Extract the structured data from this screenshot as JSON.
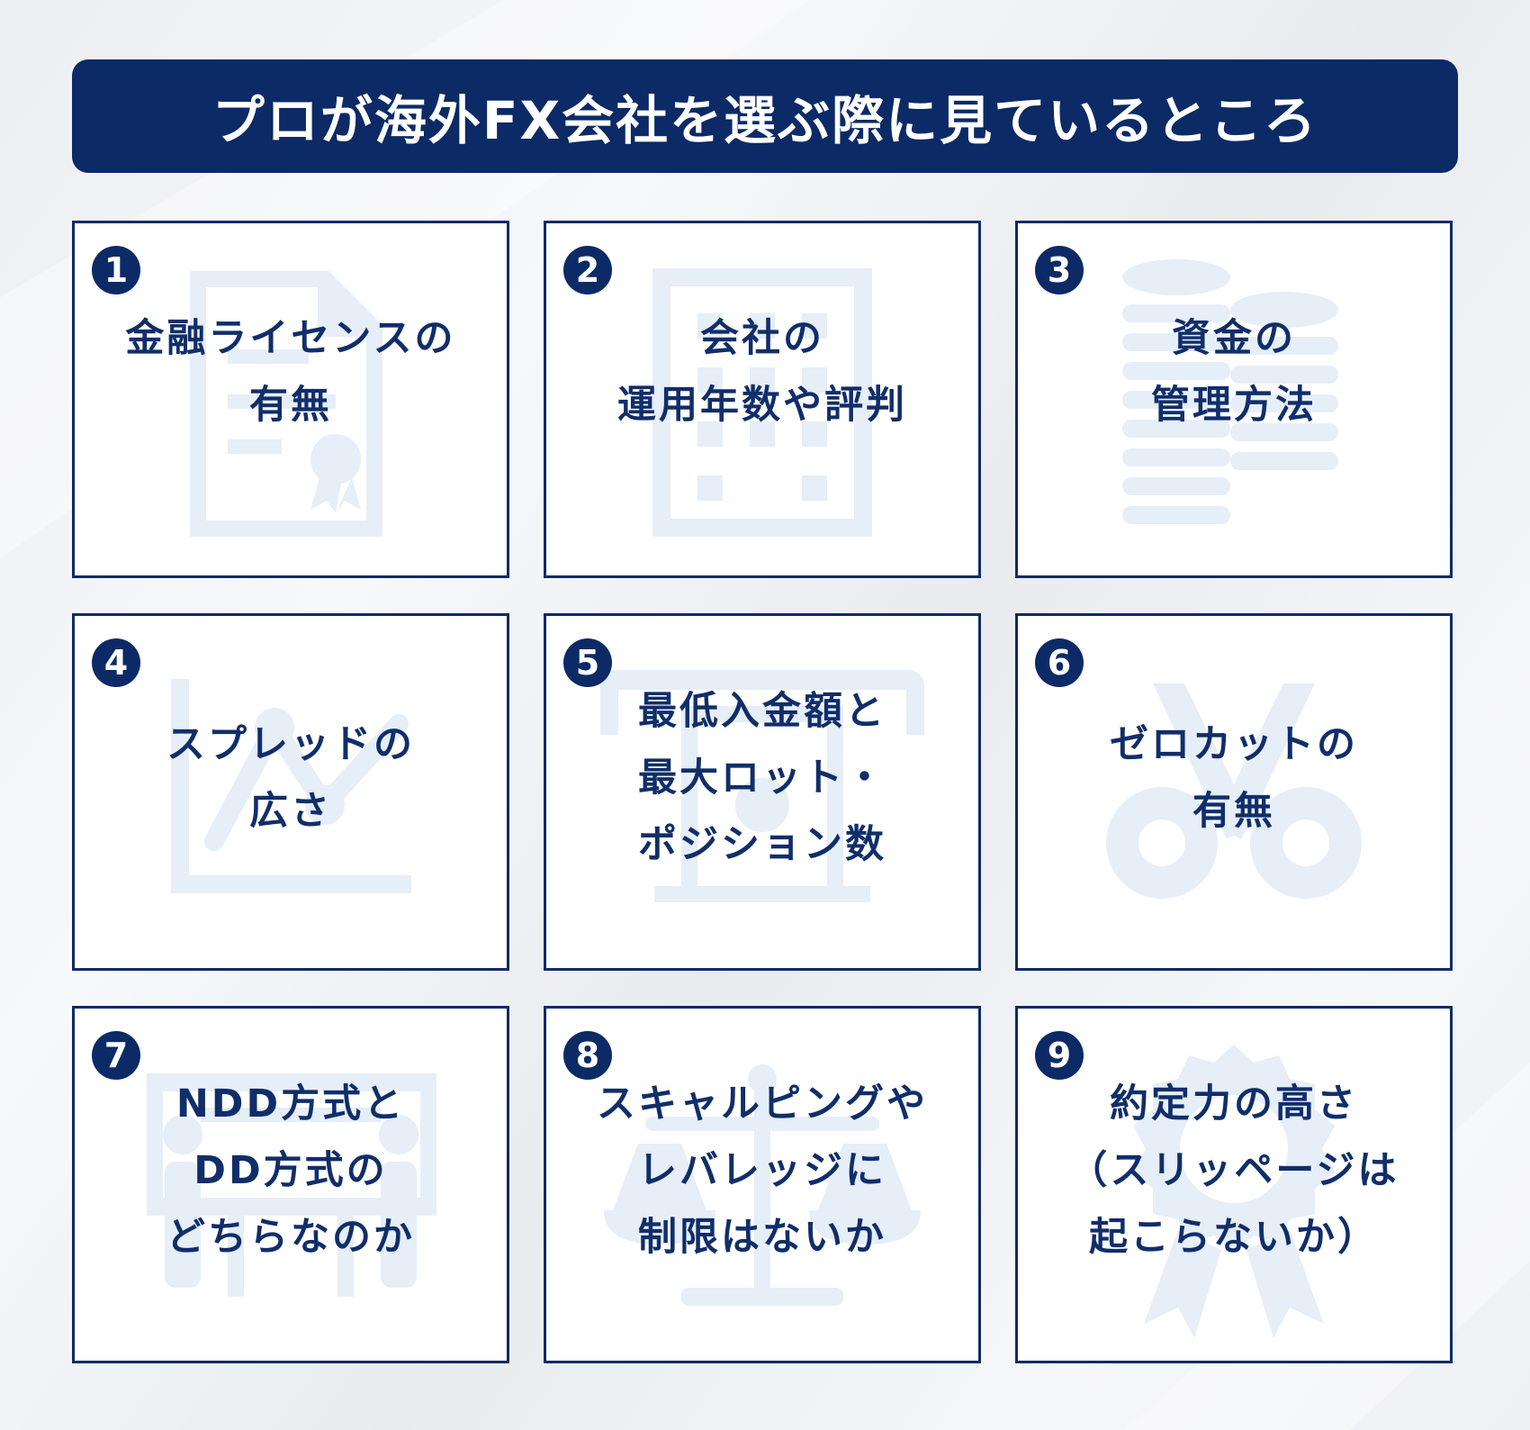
{
  "title": "プロが海外FX会社を選ぶ際に見ているところ",
  "colors": {
    "navy": "#0c2a66",
    "icon_tint": "#e6eef8",
    "card_bg": "#ffffff"
  },
  "cards": [
    {
      "number": "1",
      "lines": [
        "金融ライセンスの",
        "有無"
      ],
      "icon": "certificate-document-icon"
    },
    {
      "number": "2",
      "lines": [
        "会社の",
        "運用年数や評判"
      ],
      "icon": "office-building-icon"
    },
    {
      "number": "3",
      "lines": [
        "資金の",
        "管理方法"
      ],
      "icon": "coin-stacks-icon"
    },
    {
      "number": "4",
      "lines": [
        "スプレッドの",
        "広さ"
      ],
      "icon": "line-chart-icon"
    },
    {
      "number": "5",
      "lines": [
        "最低入金額と",
        "最大ロット・",
        "ポジション数"
      ],
      "icon": "atm-cash-icon"
    },
    {
      "number": "6",
      "lines": [
        "ゼロカットの",
        "有無"
      ],
      "icon": "scissors-icon"
    },
    {
      "number": "7",
      "lines": [
        "NDD方式と",
        "DD方式の",
        "どちらなのか"
      ],
      "icon": "meeting-people-icon"
    },
    {
      "number": "8",
      "lines": [
        "スキャルピングや",
        "レバレッジに",
        "制限はないか"
      ],
      "icon": "balance-scale-icon"
    },
    {
      "number": "9",
      "lines": [
        "約定力の高さ",
        "（スリッページは",
        "起こらないか）"
      ],
      "icon": "award-badge-icon"
    }
  ]
}
